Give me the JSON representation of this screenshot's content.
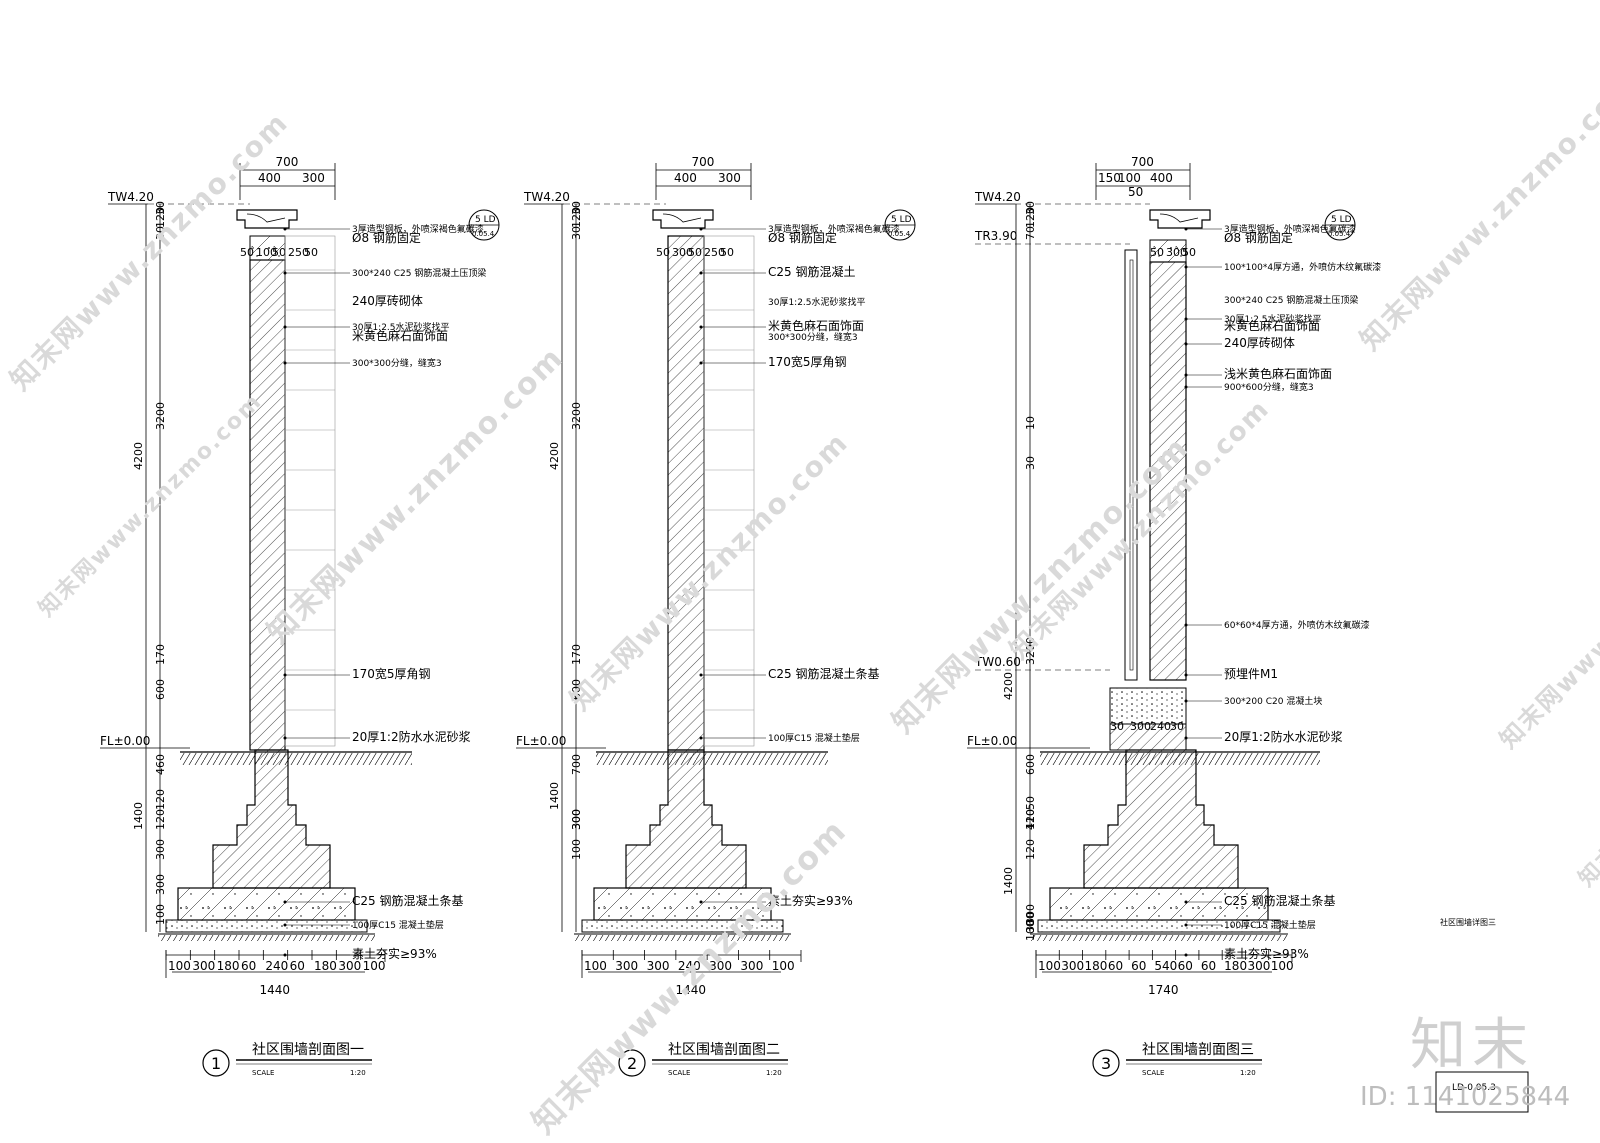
{
  "sections": [
    {
      "number": "1",
      "title": "社区围墙剖面图一",
      "scale_label": "SCALE",
      "scale_value": "1:20",
      "top_dims": {
        "total": "700",
        "a": "400",
        "b": "300"
      },
      "cap_dims": [
        "50",
        "100",
        "50",
        "250",
        "50"
      ],
      "level_top": "TW4.20",
      "level_floor": "FL±0.00",
      "tag": {
        "num": "5",
        "code": "LD",
        "page": "0.05.4"
      },
      "left_dims": [
        "30",
        "120",
        "30",
        "3200",
        "4200",
        "170",
        "600",
        "460",
        "120",
        "120",
        "1400",
        "300",
        "300",
        "100"
      ],
      "bottom_dims": [
        "100",
        "300",
        "180",
        "60",
        "240",
        "60",
        "180",
        "300",
        "100"
      ],
      "bottom_total": "1440",
      "notes": [
        "3厚造型钢板，外喷深褐色氟碳漆",
        "Ø8 钢筋固定",
        "300*240 C25 钢筋混凝土压顶梁",
        "240厚砖砌体",
        "30厚1:2.5水泥砂浆找平",
        "米黄色麻石面饰面",
        "300*300分缝，缝宽3",
        "170宽5厚角钢",
        "20厚1:2防水水泥砂浆",
        "C25 钢筋混凝土条基",
        "100厚C15 混凝土垫层",
        "素土夯实≥93%"
      ]
    },
    {
      "number": "2",
      "title": "社区围墙剖面图二",
      "scale_label": "SCALE",
      "scale_value": "1:20",
      "top_dims": {
        "total": "700",
        "a": "400",
        "b": "300"
      },
      "cap_dims": [
        "50",
        "300",
        "50",
        "250",
        "50"
      ],
      "level_top": "TW4.20",
      "level_floor": "FL±0.00",
      "tag": {
        "num": "5",
        "code": "LD",
        "page": "0.05.4"
      },
      "left_dims": [
        "30",
        "120",
        "30",
        "3200",
        "4200",
        "170",
        "600",
        "700",
        "1400",
        "300",
        "300",
        "100"
      ],
      "bottom_dims": [
        "100",
        "300",
        "300",
        "240",
        "300",
        "300",
        "100"
      ],
      "bottom_total": "1440",
      "notes": [
        "3厚造型钢板，外喷深褐色氟碳漆",
        "Ø8 钢筋固定",
        "C25 钢筋混凝土",
        "30厚1:2.5水泥砂浆找平",
        "米黄色麻石面饰面",
        "300*300分缝，缝宽3",
        "170宽5厚角钢",
        "C25 钢筋混凝土条基",
        "100厚C15 混凝土垫层",
        "素土夯实≥93%"
      ]
    },
    {
      "number": "3",
      "title": "社区围墙剖面图三",
      "scale_label": "SCALE",
      "scale_value": "1:20",
      "top_dims": {
        "total": "700",
        "a": "150",
        "b": "100",
        "c": "400",
        "d": "50"
      },
      "cap_dims": [
        "50",
        "300",
        "50"
      ],
      "level_top": "TW4.20",
      "level_mid": "TR3.90",
      "level_low": "TW0.60",
      "level_floor": "FL±0.00",
      "tag": {
        "num": "5",
        "code": "LD",
        "page": "0.05.4"
      },
      "left_dims": [
        "30",
        "120",
        "70",
        "10",
        "30",
        "3200",
        "4200",
        "600",
        "50",
        "410",
        "120",
        "120",
        "1400",
        "300",
        "300",
        "100"
      ],
      "bottom_dims": [
        "100",
        "300",
        "180",
        "60",
        "60",
        "540",
        "60",
        "60",
        "180",
        "300",
        "100"
      ],
      "bottom_total": "1740",
      "footing_dims": [
        "30",
        "300",
        "240",
        "30"
      ],
      "notes": [
        "3厚造型钢板，外喷深褐色氟碳漆",
        "Ø8 钢筋固定",
        "100*100*4厚方通，外喷仿木纹氟碳漆",
        "300*240 C25 钢筋混凝土压顶梁",
        "30厚1:2.5水泥砂浆找平",
        "米黄色麻石面饰面",
        "240厚砖砌体",
        "浅米黄色麻石面饰面",
        "900*600分缝，缝宽3",
        "60*60*4厚方通，外喷仿木纹氟碳漆",
        "预埋件M1",
        "300*200 C20 混凝土块",
        "20厚1:2防水水泥砂浆",
        "C25 钢筋混凝土条基",
        "100厚C15 混凝土垫层",
        "素土夯实≥93%"
      ]
    }
  ],
  "sheet_label": "社区围墙详图三",
  "stamp_text": "LD-0.05.3",
  "brand_logo": "知末",
  "image_id": "ID: 1141025844",
  "watermark": "知末网www.znzmo.com"
}
